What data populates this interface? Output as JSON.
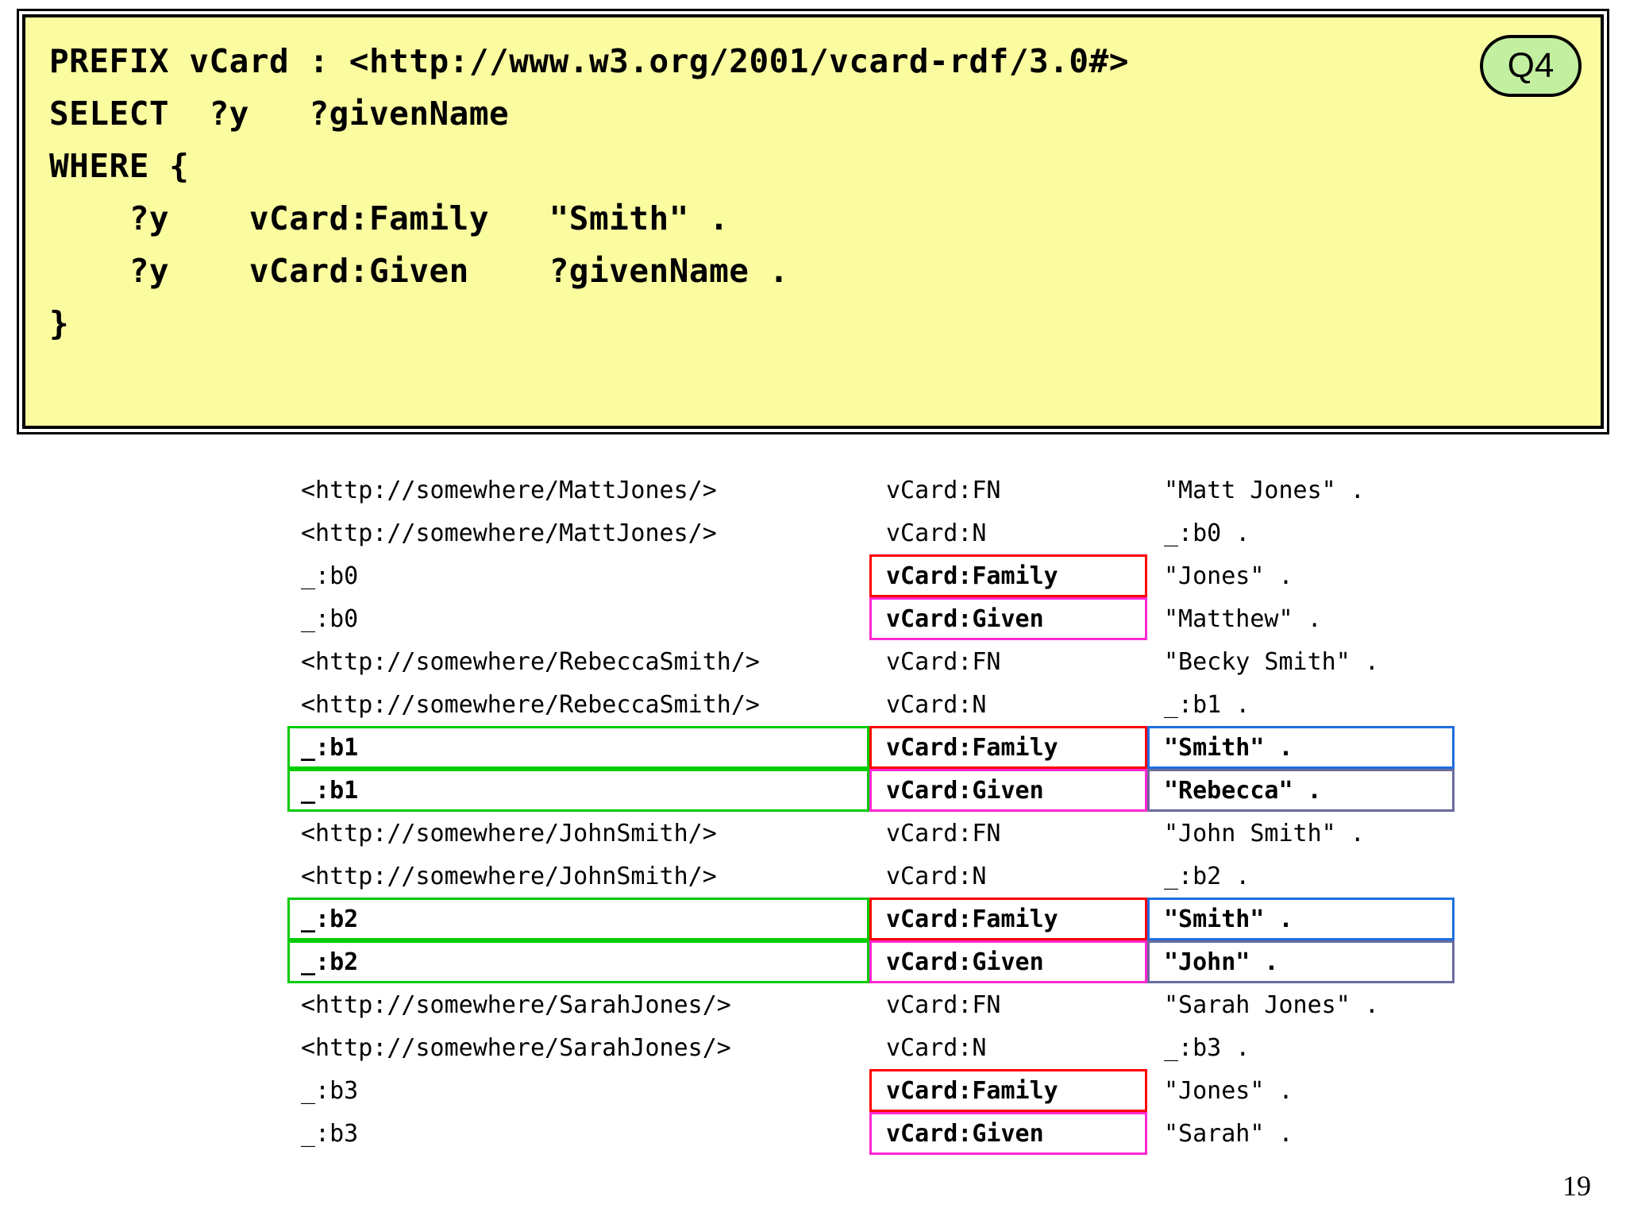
{
  "slide": {
    "page_number": "19",
    "badge_label": "Q4",
    "badge_color": "#c3f0a0",
    "query_background": "#fbfba0"
  },
  "query": {
    "code": "PREFIX vCard : <http://www.w3.org/2001/vcard-rdf/3.0#>\nSELECT  ?y   ?givenName\nWHERE {\n    ?y    vCard:Family   \"Smith\" .\n    ?y    vCard:Given    ?givenName .\n}"
  },
  "highlight_colors": {
    "subject": "#00cc00",
    "predicate_family": "#ff0000",
    "predicate_given": "#ff28d2",
    "object_family": "#1f6fe0",
    "object_given": "#6b6b9e"
  },
  "triples": [
    {
      "subject": "<http://somewhere/MattJones/>",
      "predicate": "vCard:FN",
      "object": "\"Matt Jones\" .",
      "subject_box": "none",
      "predicate_box": "none",
      "object_box": "none",
      "bold_subject": false,
      "bold_predicate": false,
      "bold_object": false
    },
    {
      "subject": "<http://somewhere/MattJones/>",
      "predicate": "vCard:N",
      "object": "_:b0 .",
      "subject_box": "none",
      "predicate_box": "none",
      "object_box": "none",
      "bold_subject": false,
      "bold_predicate": false,
      "bold_object": false
    },
    {
      "subject": "_:b0",
      "predicate": "vCard:Family",
      "object": "\"Jones\" .",
      "subject_box": "none",
      "predicate_box": "red",
      "object_box": "none",
      "bold_subject": false,
      "bold_predicate": true,
      "bold_object": false
    },
    {
      "subject": "_:b0",
      "predicate": "vCard:Given",
      "object": "\"Matthew\" .",
      "subject_box": "none",
      "predicate_box": "magenta",
      "object_box": "none",
      "bold_subject": false,
      "bold_predicate": true,
      "bold_object": false
    },
    {
      "subject": "<http://somewhere/RebeccaSmith/>",
      "predicate": "vCard:FN",
      "object": "\"Becky Smith\" .",
      "subject_box": "none",
      "predicate_box": "none",
      "object_box": "none",
      "bold_subject": false,
      "bold_predicate": false,
      "bold_object": false
    },
    {
      "subject": "<http://somewhere/RebeccaSmith/>",
      "predicate": "vCard:N",
      "object": "_:b1 .",
      "subject_box": "none",
      "predicate_box": "none",
      "object_box": "none",
      "bold_subject": false,
      "bold_predicate": false,
      "bold_object": false
    },
    {
      "subject": "_:b1",
      "predicate": "vCard:Family",
      "object": "\"Smith\" .",
      "subject_box": "green",
      "predicate_box": "red",
      "object_box": "blue",
      "bold_subject": true,
      "bold_predicate": true,
      "bold_object": true
    },
    {
      "subject": "_:b1",
      "predicate": "vCard:Given",
      "object": "\"Rebecca\" .",
      "subject_box": "green",
      "predicate_box": "magenta",
      "object_box": "slate",
      "bold_subject": true,
      "bold_predicate": true,
      "bold_object": true
    },
    {
      "subject": "<http://somewhere/JohnSmith/>",
      "predicate": "vCard:FN",
      "object": "\"John Smith\" .",
      "subject_box": "none",
      "predicate_box": "none",
      "object_box": "none",
      "bold_subject": false,
      "bold_predicate": false,
      "bold_object": false
    },
    {
      "subject": "<http://somewhere/JohnSmith/>",
      "predicate": "vCard:N",
      "object": "_:b2 .",
      "subject_box": "none",
      "predicate_box": "none",
      "object_box": "none",
      "bold_subject": false,
      "bold_predicate": false,
      "bold_object": false
    },
    {
      "subject": "_:b2",
      "predicate": "vCard:Family",
      "object": "\"Smith\" .",
      "subject_box": "green",
      "predicate_box": "red",
      "object_box": "blue",
      "bold_subject": true,
      "bold_predicate": true,
      "bold_object": true
    },
    {
      "subject": "_:b2",
      "predicate": "vCard:Given",
      "object": "\"John\" .",
      "subject_box": "green",
      "predicate_box": "magenta",
      "object_box": "slate",
      "bold_subject": true,
      "bold_predicate": true,
      "bold_object": true
    },
    {
      "subject": "<http://somewhere/SarahJones/>",
      "predicate": "vCard:FN",
      "object": "\"Sarah Jones\" .",
      "subject_box": "none",
      "predicate_box": "none",
      "object_box": "none",
      "bold_subject": false,
      "bold_predicate": false,
      "bold_object": false
    },
    {
      "subject": "<http://somewhere/SarahJones/>",
      "predicate": "vCard:N",
      "object": "_:b3 .",
      "subject_box": "none",
      "predicate_box": "none",
      "object_box": "none",
      "bold_subject": false,
      "bold_predicate": false,
      "bold_object": false
    },
    {
      "subject": "_:b3",
      "predicate": "vCard:Family",
      "object": "\"Jones\" .",
      "subject_box": "none",
      "predicate_box": "red",
      "object_box": "none",
      "bold_subject": false,
      "bold_predicate": true,
      "bold_object": false
    },
    {
      "subject": "_:b3",
      "predicate": "vCard:Given",
      "object": "\"Sarah\" .",
      "subject_box": "none",
      "predicate_box": "magenta",
      "object_box": "none",
      "bold_subject": false,
      "bold_predicate": true,
      "bold_object": false
    }
  ]
}
